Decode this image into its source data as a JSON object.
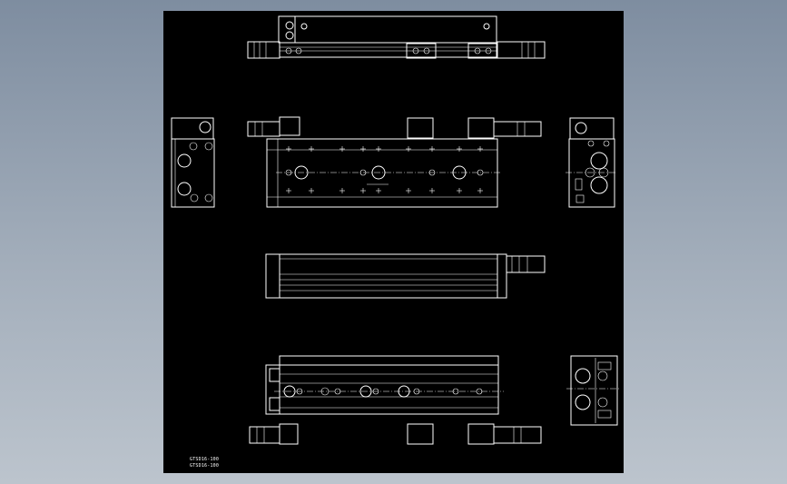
{
  "canvas": {
    "background": "#000000",
    "line_color": "#ffffff",
    "window_gradient": [
      "#7e8da0",
      "#bcc4cd"
    ]
  },
  "notes": [
    "GTSD16-100",
    "GTSD16-100"
  ],
  "views": [
    "top-view",
    "left-end-view",
    "front-view",
    "right-end-view",
    "bottom-view",
    "section-view",
    "rear-view"
  ]
}
